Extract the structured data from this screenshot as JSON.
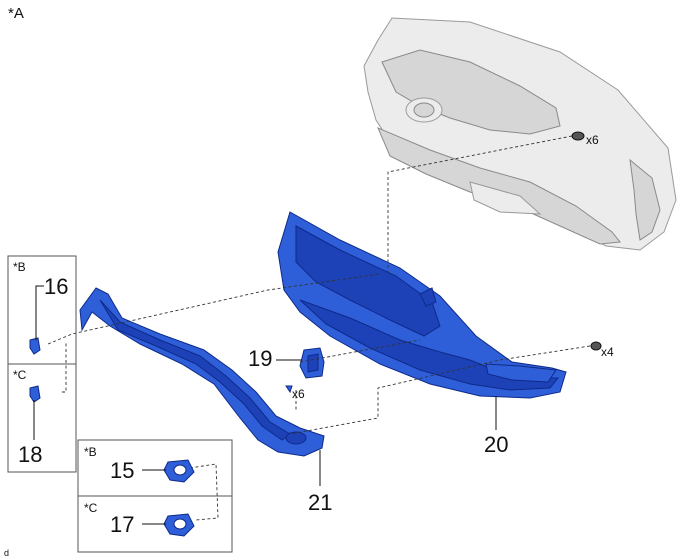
{
  "view_label": "*A",
  "corner_code": "d",
  "inset_labels": {
    "top_left_b": "*B",
    "top_left_c": "*C",
    "bottom_b": "*B",
    "bottom_c": "*C"
  },
  "quantities": {
    "top_clip": "x6",
    "mid_clip": "x6",
    "right_clip": "x4"
  },
  "part_numbers": {
    "p15": "15",
    "p16": "16",
    "p17": "17",
    "p18": "18",
    "p19": "19",
    "p20": "20",
    "p21": "21"
  },
  "colors": {
    "part_blue": "#2f5fd8",
    "part_blue_dark": "#1d42b8",
    "outline_blue": "#0e2a8a",
    "reference_grey": "#ececec"
  }
}
